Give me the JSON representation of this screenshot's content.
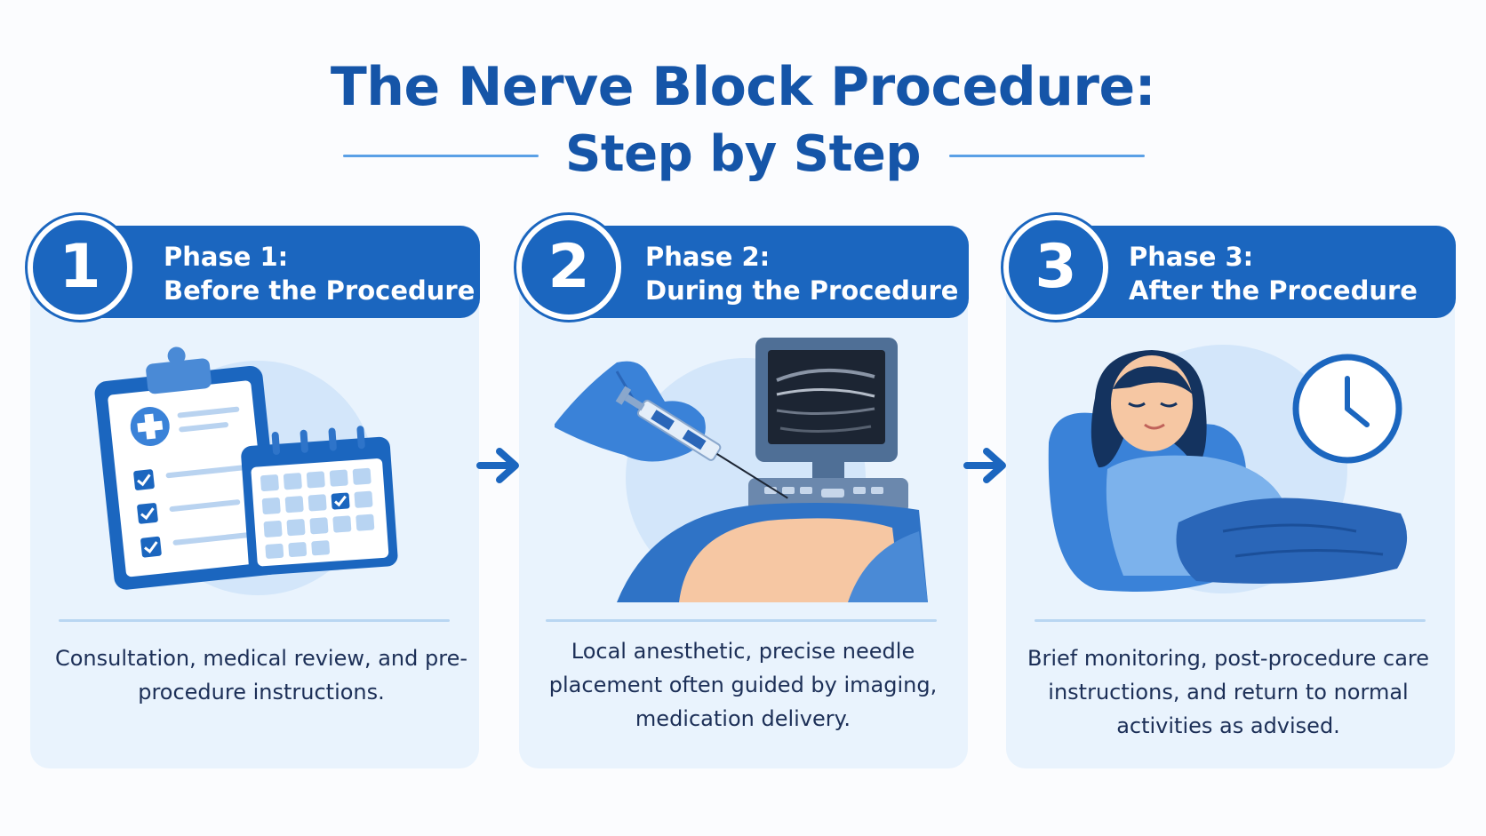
{
  "title": {
    "line1": "The Nerve Block Procedure:",
    "line2": "Step by Step"
  },
  "phases": [
    {
      "number": "1",
      "heading_line1": "Phase 1:",
      "heading_line2": "Before the Procedure",
      "description": "Consultation, medical review, and pre-procedure instructions.",
      "illustration": "clipboard-calendar-icon"
    },
    {
      "number": "2",
      "heading_line1": "Phase 2:",
      "heading_line2": "During the Procedure",
      "description": "Local anesthetic, precise needle placement often guided by imaging, medication delivery.",
      "illustration": "ultrasound-needle-icon"
    },
    {
      "number": "3",
      "heading_line1": "Phase 3:",
      "heading_line2": "After the Procedure",
      "description": "Brief monitoring, post-procedure care instructions, and return to normal activities as advised.",
      "illustration": "resting-patient-clock-icon"
    }
  ],
  "colors": {
    "primary": "#1b66bf",
    "title": "#1555a8",
    "card": "#e9f3fd",
    "text": "#1c2f57"
  }
}
